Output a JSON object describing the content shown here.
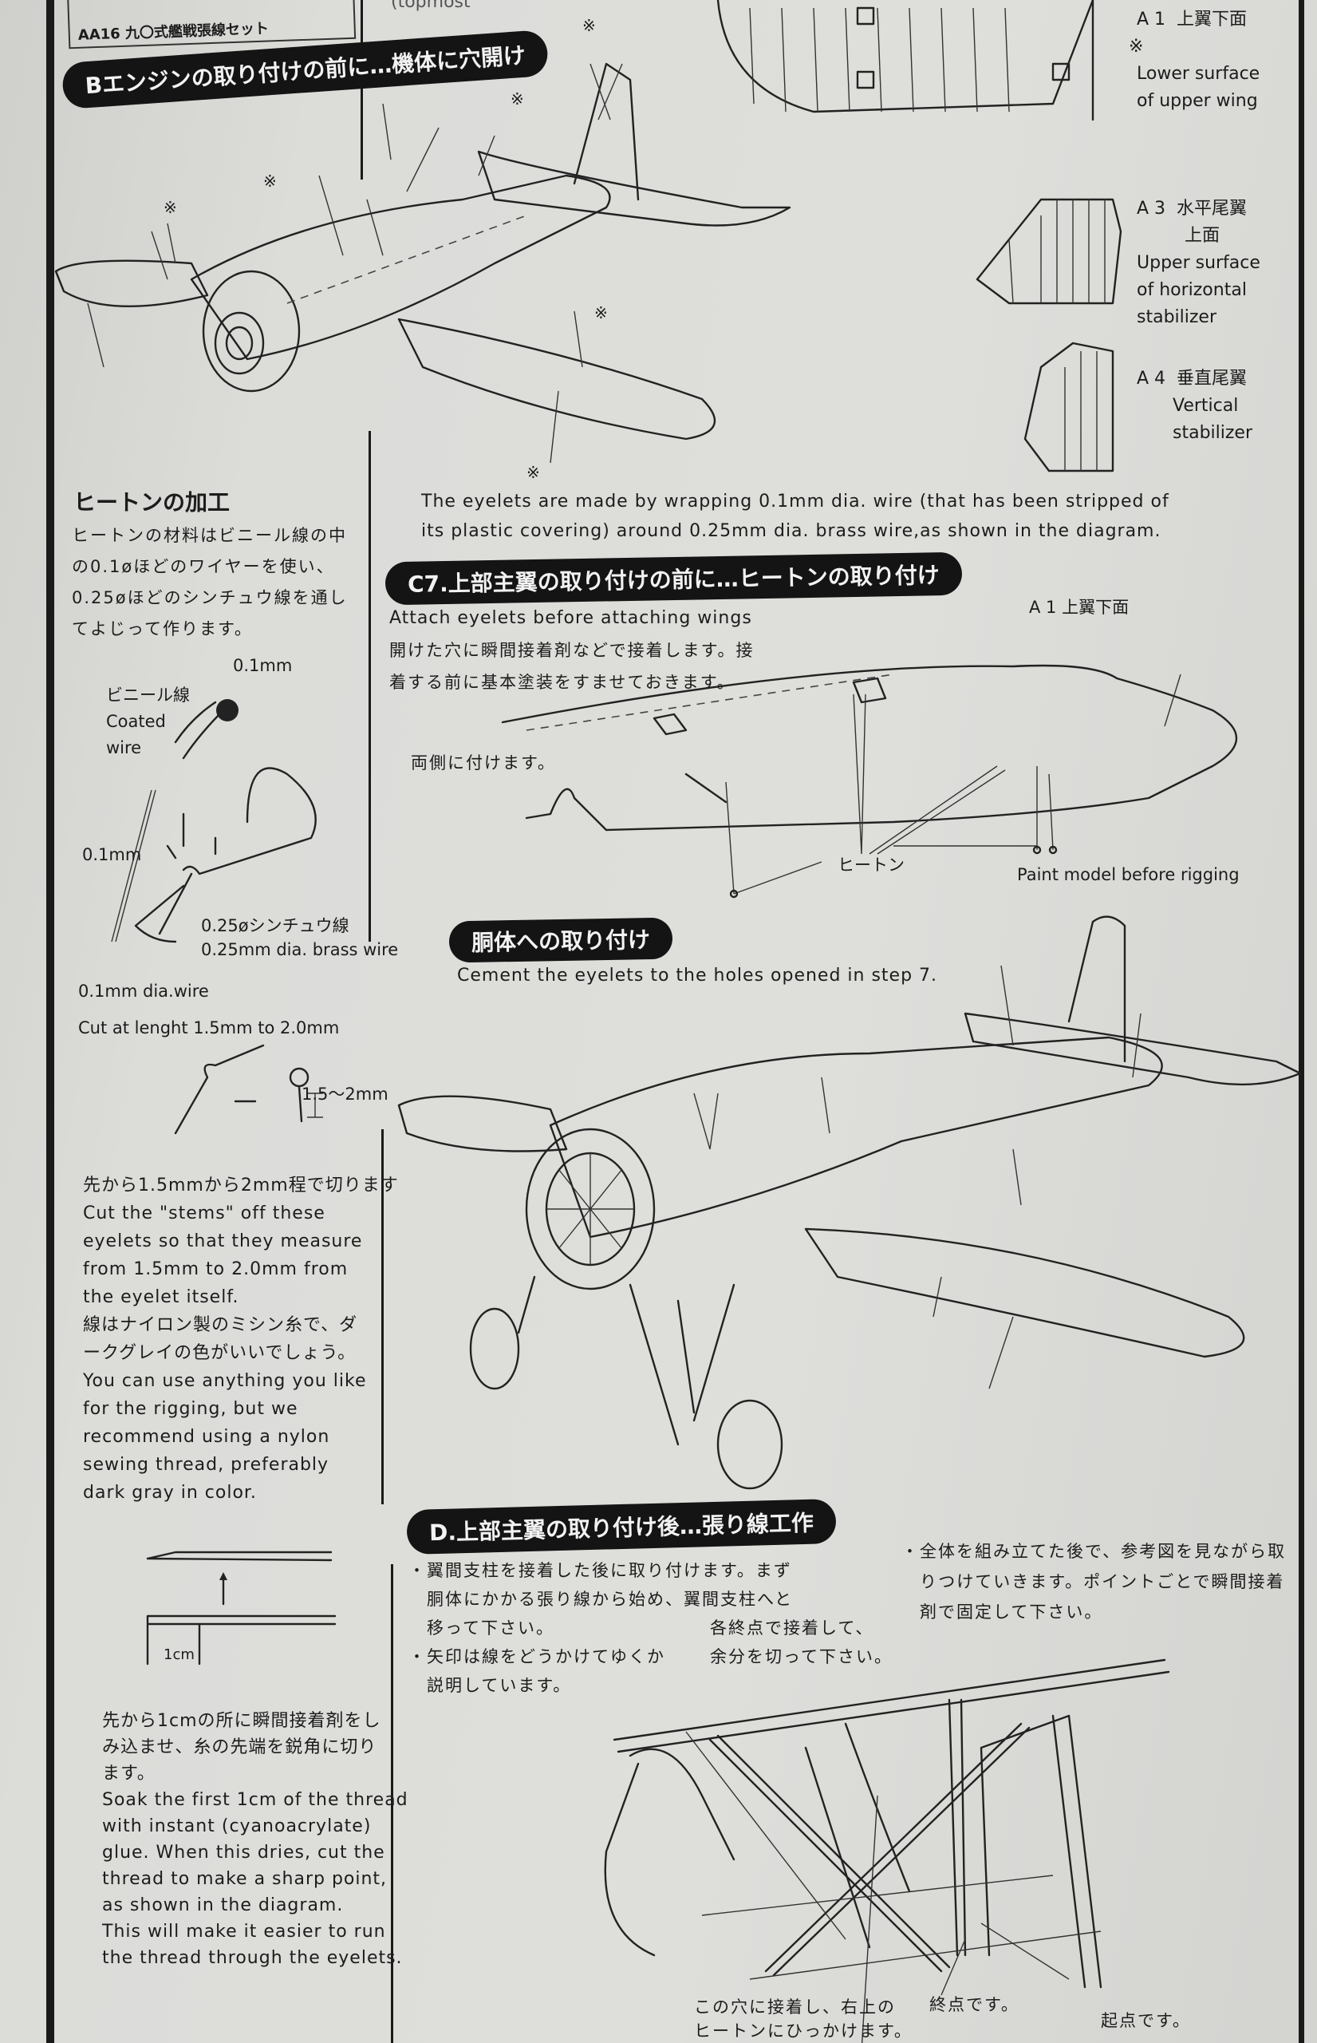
{
  "header_box": {
    "text": "AA16 九〇式艦戦張線セット"
  },
  "top_partial": "(topmost",
  "section_b": {
    "title": "Bエンジンの取り付けの前に…機体に穴開け"
  },
  "parts": {
    "a1": {
      "code": "A 1",
      "jp": "上翼下面",
      "mark": "※",
      "en": [
        "Lower surface",
        "of upper wing"
      ]
    },
    "a3": {
      "code": "A 3",
      "jp": [
        "水平尾翼",
        "上面"
      ],
      "en": [
        "Upper surface",
        "of horizontal",
        "stabilizer"
      ]
    },
    "a4": {
      "code": "A 4",
      "jp": "垂直尾翼",
      "en": [
        "Vertical",
        "stabilizer"
      ]
    }
  },
  "eyelet_making": {
    "title": "ヒートンの加工",
    "jp": [
      "ヒートンの材料はビニール線の中",
      "の0.1øほどのワイヤーを使い、",
      "0.25øほどのシンチュウ線を通し",
      "てよじって作ります。"
    ],
    "labels": {
      "top_wire": "0.1mm",
      "coated_jp": "ビニール線",
      "coated_en": [
        "Coated",
        "wire"
      ],
      "left_wire": "0.1mm",
      "brass_jp": "0.25øシンチュウ線",
      "brass_en": "0.25mm dia. brass wire",
      "dia_wire": "0.1mm dia.wire",
      "cut_length": "Cut at lenght 1.5mm to 2.0mm",
      "measure": "1.5〜2mm"
    },
    "cut_text": [
      "先から1.5mmから2mm程で切ります",
      "Cut the \"stems\" off these",
      "eyelets so that they measure",
      "from 1.5mm to 2.0mm from",
      "the eyelet itself.",
      "線はナイロン製のミシン糸で、ダ",
      "ークグレイの色がいいでしょう。",
      "You can use anything you like",
      "for the rigging, but we",
      "recommend using a nylon",
      "sewing thread, preferably",
      "dark gray in color."
    ],
    "thread_label": "1cm",
    "thread_text": [
      "先から1cmの所に瞬間接着剤をし",
      "み込ませ、糸の先端を鋭角に切り",
      "ます。",
      "Soak the first 1cm of the thread",
      "with instant (cyanoacrylate)",
      "glue. When this dries, cut the",
      "thread to make a sharp point,",
      "as shown in the diagram.",
      "This will make it easier to run",
      "the thread through the eyelets."
    ]
  },
  "eyelet_note": [
    "The eyelets are made by wrapping 0.1mm dia. wire (that has been stripped of",
    "its plastic covering) around 0.25mm dia. brass wire,as shown in the diagram."
  ],
  "section_c7": {
    "title": "C7.上部主翼の取り付けの前に…ヒートンの取り付け",
    "en": "Attach eyelets before attaching wings",
    "jp": [
      "開けた穴に瞬間接着剤などで接着します。接",
      "着する前に基本塗装をすませておきます。"
    ],
    "part_label": "A 1  上翼下面",
    "both_sides": "両側に付けます。",
    "eyelet_label": "ヒートン",
    "paint_note": "Paint model before rigging"
  },
  "section_fuselage": {
    "title": "胴体への取り付け",
    "text": "Cement the eyelets to the holes opened in step 7."
  },
  "section_d": {
    "title": "D.上部主翼の取り付け後…張り線工作",
    "left": [
      "・翼間支柱を接着した後に取り付けます。まず",
      "　胴体にかかる張り線から始め、翼間支柱へと",
      "　移って下さい。",
      "・矢印は線をどうかけてゆくか",
      "　説明しています。"
    ],
    "middle": [
      "各終点で接着して、",
      "余分を切って下さい。"
    ],
    "right": [
      "・全体を組み立てた後で、参考図を見ながら取",
      "　りつけていきます。ポイントごとで瞬間接着",
      "　剤で固定して下さい。"
    ],
    "callouts": {
      "hole": [
        "この穴に接着し、右上の",
        "ヒートンにひっかけます。"
      ],
      "end": "終点です。",
      "start": "起点です。"
    }
  },
  "marks": {
    "hole_mark": "※"
  }
}
